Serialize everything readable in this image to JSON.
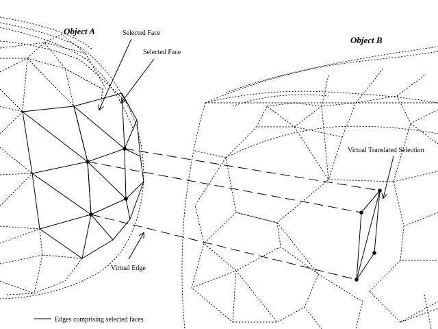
{
  "labels": {
    "object_a": "Object A",
    "object_b": "Object B",
    "selected_face_1": "Selected Face",
    "selected_face_2": "Selected Face",
    "virtual_translated_selection": "Virtual Translated Selection",
    "virtual_edge": "Virtual Edge",
    "legend_edges": "Edges comprising selected faces"
  }
}
